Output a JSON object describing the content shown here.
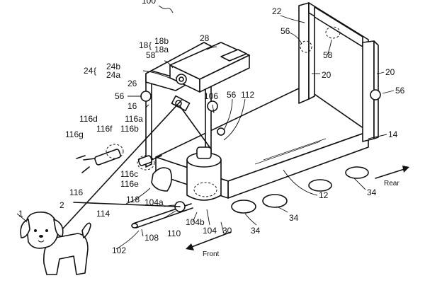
{
  "figure": {
    "reference_numeral": "100",
    "labels": {
      "n1": "1",
      "n2": "2",
      "n12": "12",
      "n14": "14",
      "n16": "16",
      "n18": "18",
      "n18a": "18a",
      "n18b": "18b",
      "n20a": "20",
      "n20b": "20",
      "n22": "22",
      "n24": "24",
      "n24a": "24a",
      "n24b": "24b",
      "n26": "26",
      "n28": "28",
      "n30": "30",
      "n34a": "34",
      "n34b": "34",
      "n34c": "34",
      "n56a": "56",
      "n56b": "56",
      "n56c": "56",
      "n56d": "56",
      "n58a": "58",
      "n58b": "58",
      "n102": "102",
      "n104": "104",
      "n104a": "104a",
      "n104b": "104b",
      "n106": "106",
      "n108": "108",
      "n110": "110",
      "n112": "112",
      "n114": "114",
      "n116": "116",
      "n116a": "116a",
      "n116b": "116b",
      "n116c": "116c",
      "n116d": "116d",
      "n116e": "116e",
      "n116f": "116f",
      "n116g": "116g",
      "n118": "118"
    },
    "direction_labels": {
      "rear": "Rear",
      "front": "Front"
    }
  }
}
